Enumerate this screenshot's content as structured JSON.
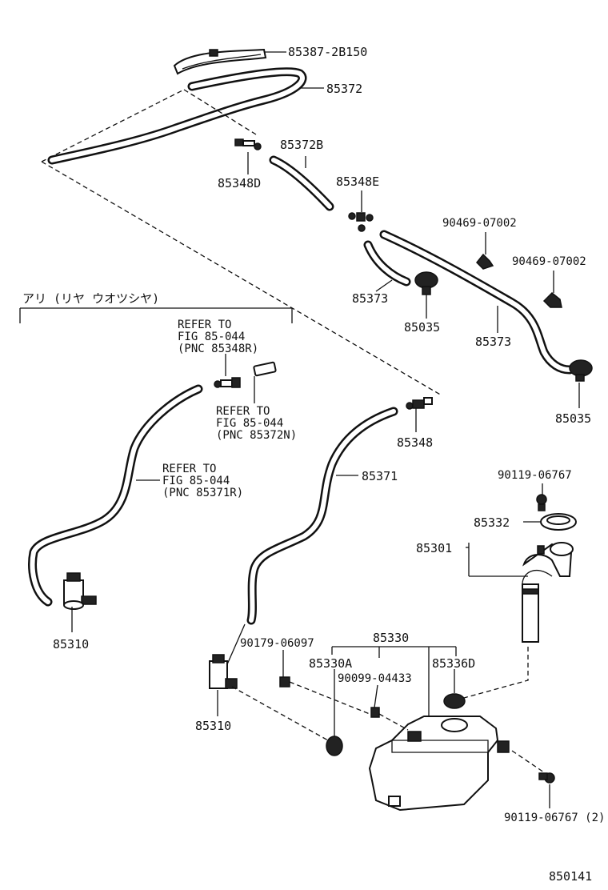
{
  "diagram": {
    "number": "850141",
    "section_heading": "アリ (リヤ ウオツシヤ)",
    "labels": {
      "p85387_2b150": "85387-2B150",
      "p85372": "85372",
      "p85372b": "85372B",
      "p85348d": "85348D",
      "p85348e": "85348E",
      "p90469_a": "90469-07002",
      "p90469_b": "90469-07002",
      "p85373_a": "85373",
      "p85373_b": "85373",
      "p85035_a": "85035",
      "p85035_b": "85035",
      "p85348": "85348",
      "p85371": "85371",
      "p90119_06767": "90119-06767",
      "p85332": "85332",
      "p85301": "85301",
      "p85310_a": "85310",
      "p85310_b": "85310",
      "p90179_06097": "90179-06097",
      "p85330": "85330",
      "p85330a": "85330A",
      "p85336d": "85336D",
      "p90099_04433": "90099-04433",
      "p90119_06767_2": "90119-06767 (2)"
    },
    "refer_notes": [
      {
        "line1": "REFER TO",
        "line2": "FIG 85-044",
        "line3": "(PNC 85348R)"
      },
      {
        "line1": "REFER TO",
        "line2": "FIG 85-044",
        "line3": "(PNC 85372N)"
      },
      {
        "line1": "REFER TO",
        "line2": "FIG 85-044",
        "line3": "(PNC 85371R)"
      }
    ]
  }
}
